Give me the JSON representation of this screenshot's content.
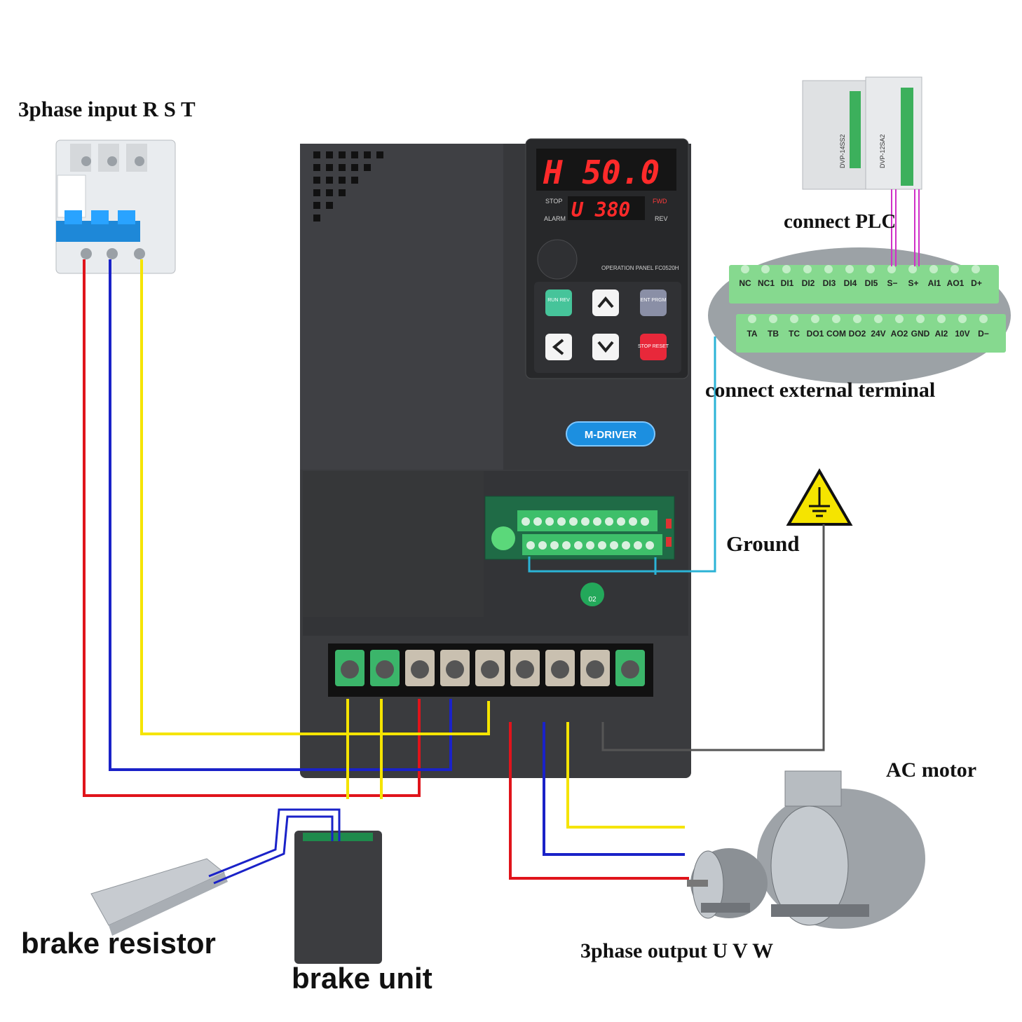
{
  "labels": {
    "input": "3phase input R S T",
    "plc": "connect PLC",
    "external": "connect external terminal",
    "ground": "Ground",
    "motor": "AC motor",
    "output": "3phase output U V W",
    "resistor": "brake resistor",
    "brake_unit": "brake unit"
  },
  "panel": {
    "display_main": "H 50.0",
    "display_sub": "U 380",
    "stop": "STOP",
    "alarm": "ALARM",
    "fwd": "FWD",
    "rev": "REV",
    "model": "OPERATION PANEL  FC0520H",
    "btn_run": "RUN REV",
    "btn_ent": "ENT PRGM",
    "btn_stop": "STOP RESET",
    "brand": "M-DRIVER",
    "badge": "02"
  },
  "terminals": {
    "top_row": [
      "NC",
      "NC1",
      "DI1",
      "DI2",
      "DI3",
      "DI4",
      "DI5",
      "S−",
      "S+",
      "AI1",
      "AO1",
      "D+"
    ],
    "bottom_row": [
      "TA",
      "TB",
      "TC",
      "DO1",
      "COM",
      "DO2",
      "24V",
      "AO2",
      "GND",
      "AI2",
      "10V",
      "D−"
    ]
  },
  "plc": {
    "module1": "DVP-14SS2",
    "module2": "DVP-12SA2"
  },
  "colors": {
    "phase_r": "#e0141b",
    "phase_s": "#1a22c8",
    "phase_t": "#f5e400",
    "signal": "#2bb3d6",
    "ground": "#555555"
  },
  "icons": [
    "ground-warning-icon",
    "up-arrow-icon",
    "down-arrow-icon",
    "left-arrow-icon",
    "knob-icon"
  ]
}
